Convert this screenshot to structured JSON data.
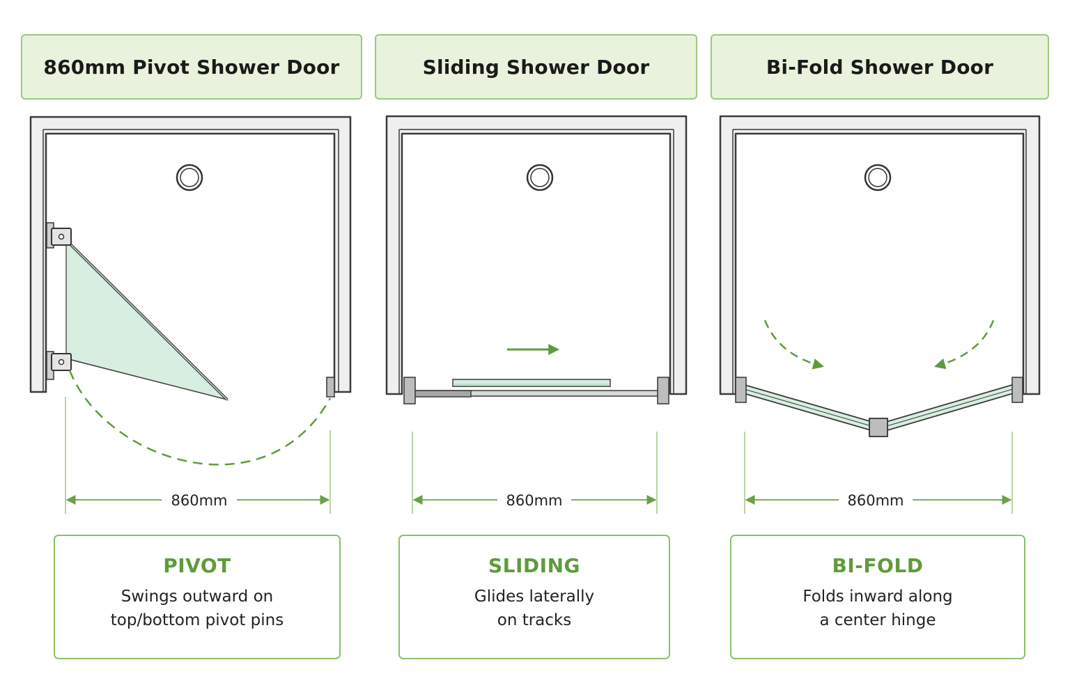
{
  "panels": [
    {
      "header": "860mm Pivot Shower Door",
      "dimension": "860mm",
      "card_title": "PIVOT",
      "card_line1": "Swings outward on",
      "card_line2": "top/bottom pivot pins"
    },
    {
      "header": "Sliding Shower Door",
      "dimension": "860mm",
      "card_title": "SLIDING",
      "card_line1": "Glides laterally",
      "card_line2": "on tracks"
    },
    {
      "header": "Bi-Fold Shower Door",
      "dimension": "860mm",
      "card_title": "BI-FOLD",
      "card_line1": "Folds inward along",
      "card_line2": "a center hinge"
    }
  ],
  "colors": {
    "accent_green": "#5f9b3c",
    "header_fill": "#e8f2dd",
    "glass_fill": "#d7eee0",
    "frame": "#3a3a3a"
  }
}
